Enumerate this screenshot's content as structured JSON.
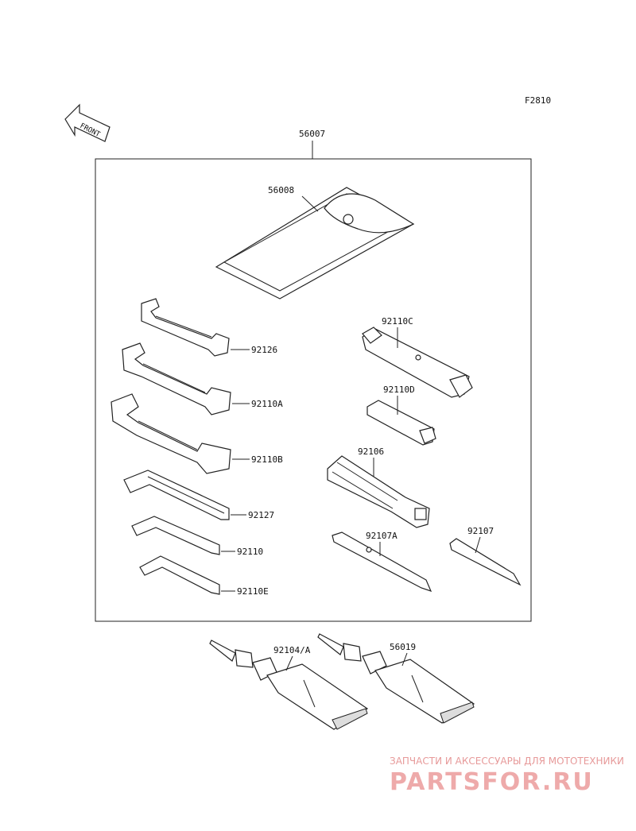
{
  "diagram_code": "F2810",
  "front_marker": "FRONT",
  "kit": {
    "label": "56007"
  },
  "parts": {
    "case": "56008",
    "wrench_small": "92126",
    "wrench_mid": "92110A",
    "wrench_large": "92110B",
    "hex_large": "92127",
    "hex_mid": "92110",
    "hex_small": "92110E",
    "box_wrench_c": "92110C",
    "box_wrench_d": "92110D",
    "handle": "92106",
    "screwdriver_a": "92107A",
    "screwdriver": "92107",
    "grease_a": "92104/A",
    "grease_b": "56019"
  },
  "watermark": {
    "caption": "ЗАПЧАСТИ И АКСЕССУАРЫ ДЛЯ МОТОТЕХНИКИ",
    "brand": "PARTSFOR.RU"
  }
}
